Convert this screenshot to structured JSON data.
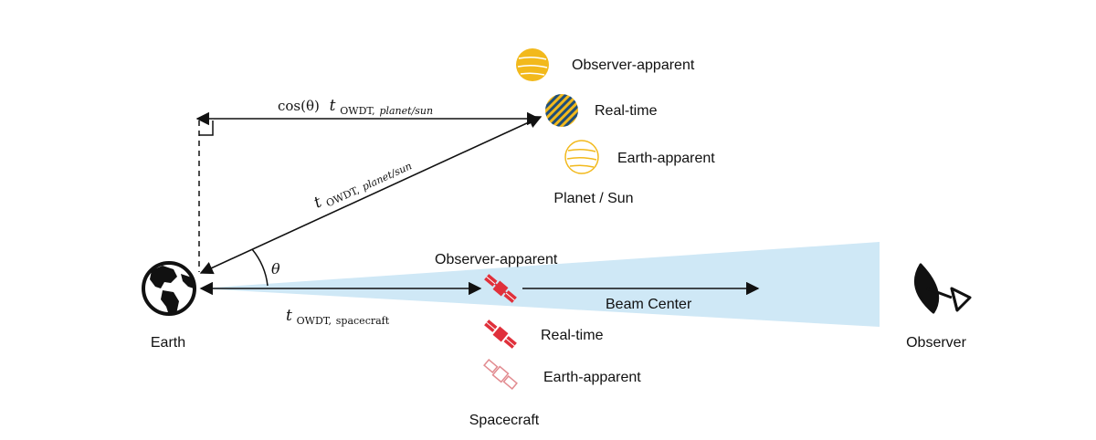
{
  "labels": {
    "earth": "Earth",
    "observer": "Observer",
    "spacecraft_group": "Spacecraft",
    "planet_group": "Planet / Sun",
    "planet_observer_apparent": "Observer-apparent",
    "planet_real_time": "Real-time",
    "planet_earth_apparent": "Earth-apparent",
    "sc_observer_apparent": "Observer-apparent",
    "sc_real_time": "Real-time",
    "sc_earth_apparent": "Earth-apparent",
    "beam_center": "Beam Center",
    "theta": "θ"
  },
  "equations": {
    "projected_prefix": "cos(θ)",
    "t": "t",
    "owdt": "OWDT,",
    "planet_sub": "planet/sun",
    "spacecraft_sub": "spacecraft"
  },
  "colors": {
    "beam": "#cfe8f6",
    "planet_gold": "#f2b91c",
    "planet_stripe": "#1f4e79",
    "spacecraft_red": "#e0303b",
    "spacecraft_faded": "#e28b90",
    "line": "#111111"
  },
  "icons": {
    "earth": "globe-icon",
    "observer": "satellite-dish-icon",
    "spacecraft": "satellite-icon",
    "planet": "planet-icon"
  }
}
